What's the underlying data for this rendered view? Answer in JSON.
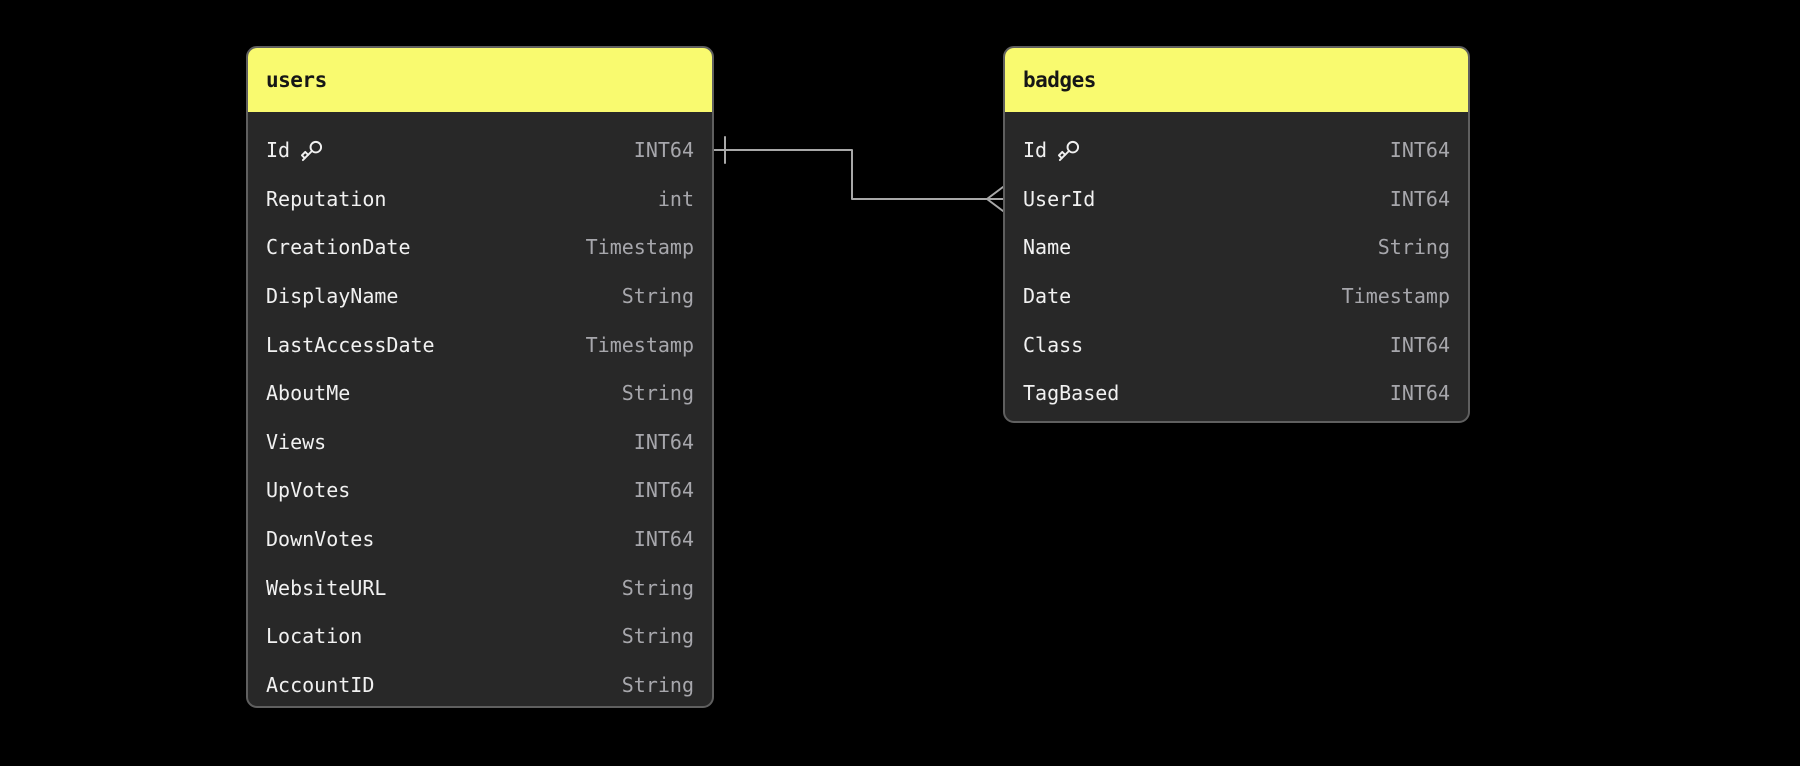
{
  "canvas": {
    "background_color": "#000000"
  },
  "colors": {
    "header_bg": "#f9fa6f",
    "header_text": "#161616",
    "card_bg": "#282828",
    "card_border": "#5f5f5f",
    "field_text": "#f1f1f1",
    "type_text": "#a7a7ac",
    "connector": "#a8a8a8",
    "key_icon": "#f1f1f1"
  },
  "tables": [
    {
      "name": "users",
      "fields": [
        {
          "name": "Id",
          "type": "INT64",
          "primary_key": true
        },
        {
          "name": "Reputation",
          "type": "int",
          "primary_key": false
        },
        {
          "name": "CreationDate",
          "type": "Timestamp",
          "primary_key": false
        },
        {
          "name": "DisplayName",
          "type": "String",
          "primary_key": false
        },
        {
          "name": "LastAccessDate",
          "type": "Timestamp",
          "primary_key": false
        },
        {
          "name": "AboutMe",
          "type": "String",
          "primary_key": false
        },
        {
          "name": "Views",
          "type": "INT64",
          "primary_key": false
        },
        {
          "name": "UpVotes",
          "type": "INT64",
          "primary_key": false
        },
        {
          "name": "DownVotes",
          "type": "INT64",
          "primary_key": false
        },
        {
          "name": "WebsiteURL",
          "type": "String",
          "primary_key": false
        },
        {
          "name": "Location",
          "type": "String",
          "primary_key": false
        },
        {
          "name": "AccountID",
          "type": "String",
          "primary_key": false
        }
      ]
    },
    {
      "name": "badges",
      "fields": [
        {
          "name": "Id",
          "type": "INT64",
          "primary_key": true
        },
        {
          "name": "UserId",
          "type": "INT64",
          "primary_key": false
        },
        {
          "name": "Name",
          "type": "String",
          "primary_key": false
        },
        {
          "name": "Date",
          "type": "Timestamp",
          "primary_key": false
        },
        {
          "name": "Class",
          "type": "INT64",
          "primary_key": false
        },
        {
          "name": "TagBased",
          "type": "INT64",
          "primary_key": false
        }
      ]
    }
  ],
  "relationship": {
    "from_table": "users",
    "from_field": "Id",
    "from_cardinality": "one",
    "to_table": "badges",
    "to_field": "UserId",
    "to_cardinality": "many"
  }
}
